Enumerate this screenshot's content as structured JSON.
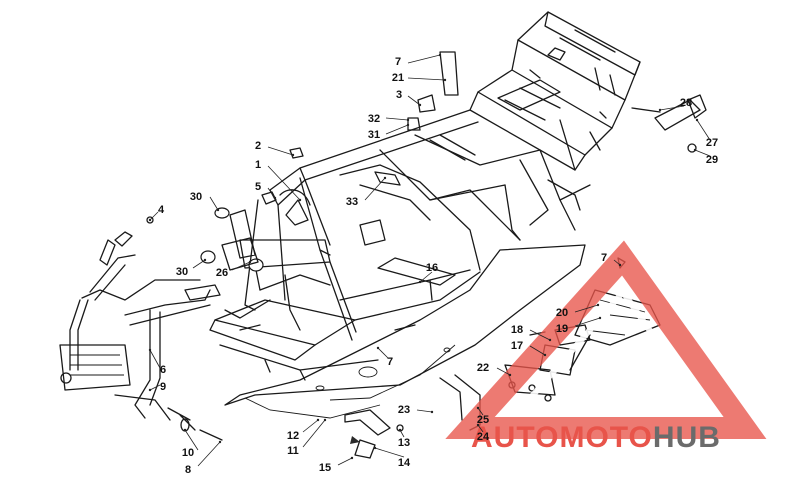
{
  "callouts": [
    {
      "id": "c1",
      "label": "1"
    },
    {
      "id": "c2",
      "label": "2"
    },
    {
      "id": "c3",
      "label": "3"
    },
    {
      "id": "c4",
      "label": "4"
    },
    {
      "id": "c5",
      "label": "5"
    },
    {
      "id": "c6",
      "label": "6"
    },
    {
      "id": "c7a",
      "label": "7"
    },
    {
      "id": "c7b",
      "label": "7"
    },
    {
      "id": "c7c",
      "label": "7"
    },
    {
      "id": "c8",
      "label": "8"
    },
    {
      "id": "c9",
      "label": "9"
    },
    {
      "id": "c10",
      "label": "10"
    },
    {
      "id": "c11",
      "label": "11"
    },
    {
      "id": "c12",
      "label": "12"
    },
    {
      "id": "c13",
      "label": "13"
    },
    {
      "id": "c14",
      "label": "14"
    },
    {
      "id": "c15",
      "label": "15"
    },
    {
      "id": "c16",
      "label": "16"
    },
    {
      "id": "c17",
      "label": "17"
    },
    {
      "id": "c18",
      "label": "18"
    },
    {
      "id": "c19",
      "label": "19"
    },
    {
      "id": "c20",
      "label": "20"
    },
    {
      "id": "c21",
      "label": "21"
    },
    {
      "id": "c22",
      "label": "22"
    },
    {
      "id": "c23",
      "label": "23"
    },
    {
      "id": "c24",
      "label": "24"
    },
    {
      "id": "c25",
      "label": "25"
    },
    {
      "id": "c26",
      "label": "26"
    },
    {
      "id": "c27",
      "label": "27"
    },
    {
      "id": "c28",
      "label": "28"
    },
    {
      "id": "c29",
      "label": "29"
    },
    {
      "id": "c30a",
      "label": "30"
    },
    {
      "id": "c30b",
      "label": "30"
    },
    {
      "id": "c31",
      "label": "31"
    },
    {
      "id": "c32",
      "label": "32"
    },
    {
      "id": "c33",
      "label": "33"
    }
  ],
  "watermark": {
    "part1": "AUTO",
    "part2": "MOTO",
    "part3": "HUB",
    "color_red": "#e8544a",
    "color_gray": "#6b6b6b"
  }
}
